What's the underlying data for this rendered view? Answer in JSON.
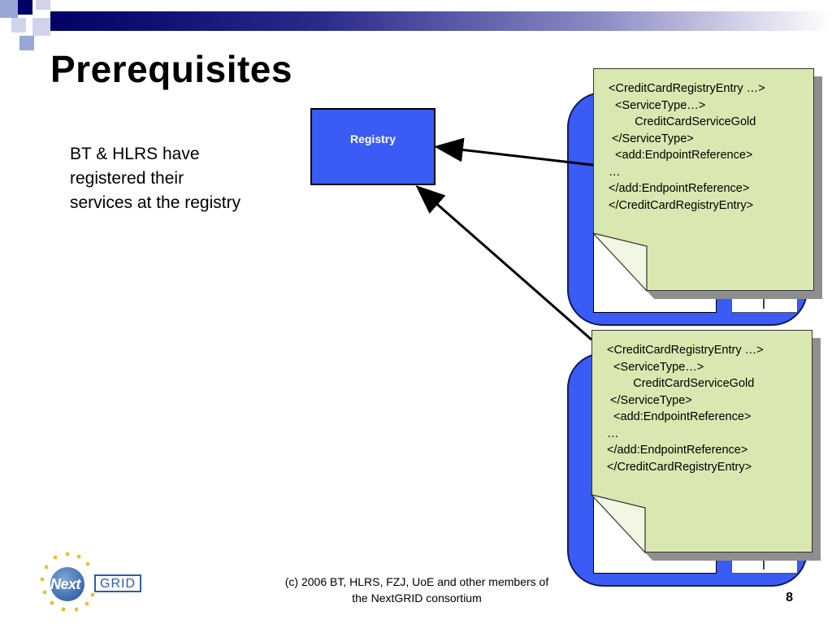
{
  "slide": {
    "title": "Prerequisites",
    "body_text": "BT & HLRS have\nregistered their\nservices at the registry",
    "registry_label": "Registry",
    "entry_lines": [
      "<CreditCardRegistryEntry …>",
      "  <ServiceType…>",
      "        CreditCardServiceGold",
      " </ServiceType>",
      "  <add:EndpointReference>",
      "…",
      "</add:EndpointReference>",
      "</CreditCardRegistryEntry>"
    ],
    "footer": "(c) 2006 BT, HLRS, FZJ, UoE and other members of the NextGRID consortium",
    "page_number": "8",
    "logo": {
      "next": "Next",
      "grid": "GRID"
    }
  },
  "colors": {
    "title_bar": "#000066",
    "registry_fill": "#3a5cf5",
    "note_fill": "#d8e8b0"
  }
}
